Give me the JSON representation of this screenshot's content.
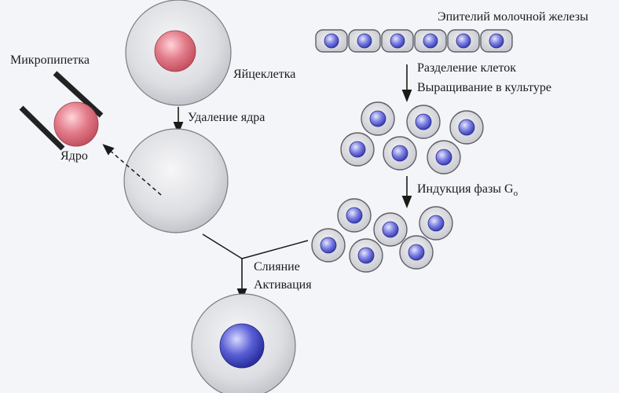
{
  "labels": {
    "egg": "Яйцеклетка",
    "micropipette": "Микропипетка",
    "nucleus": "Ядро",
    "enucleation": "Удаление ядра",
    "mammary": "Эпителий молочной железы",
    "separation": "Разделение клеток",
    "culture": "Выращивание в культуре",
    "induction_prefix": "Индукция фазы G",
    "induction_sub": "o",
    "fusion": "Слияние",
    "activation": "Активация"
  },
  "colors": {
    "background": "#f4f5f9",
    "cell_body": "#dcdde1",
    "cell_outline": "#6d6f76",
    "egg_nucleus": "#d9707e",
    "donor_nucleus": "#6f72d3",
    "result_nucleus": "#4a4fc6"
  }
}
